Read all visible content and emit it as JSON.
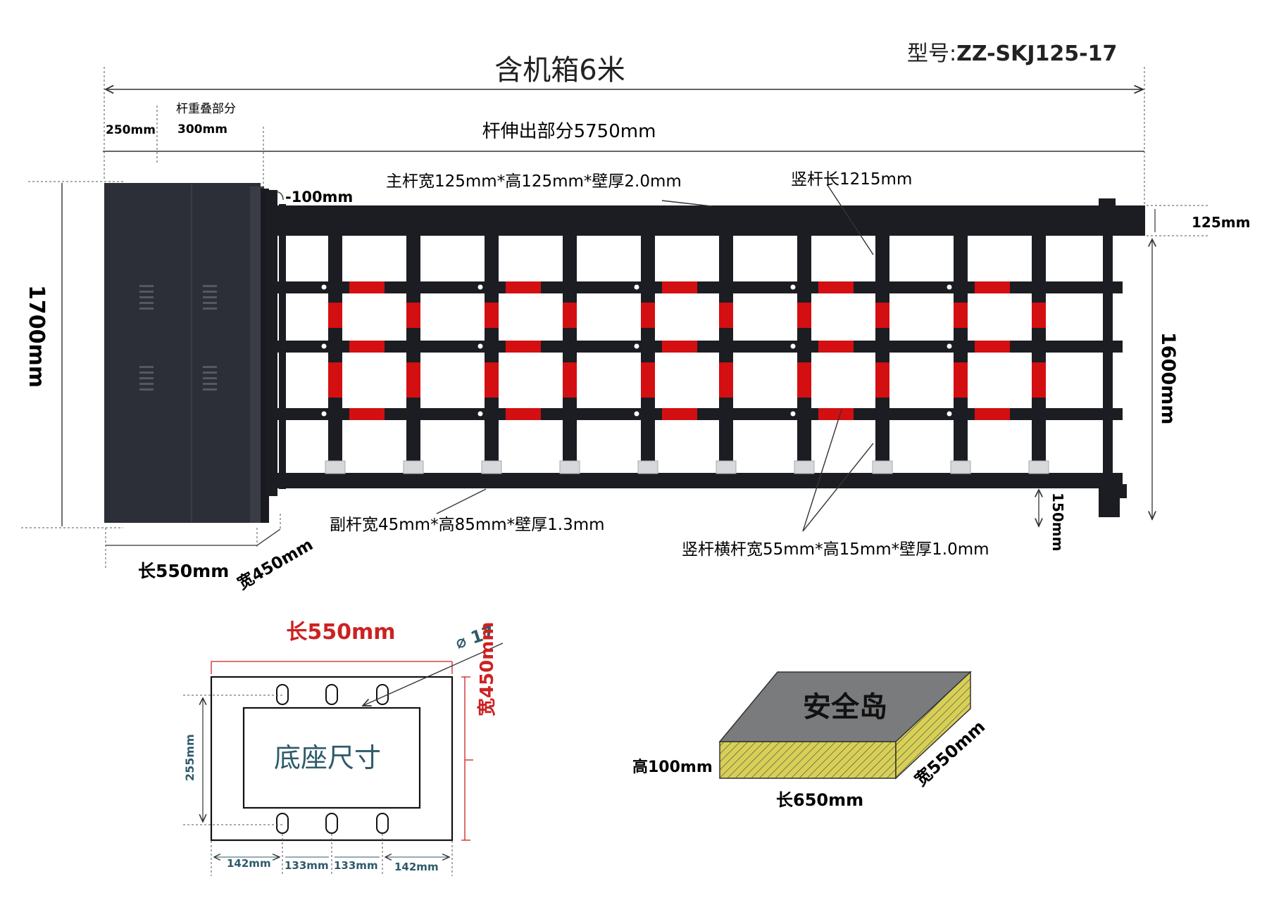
{
  "model": {
    "prefix": "型号:",
    "value": "ZZ-SKJ125-17"
  },
  "overall_title": "含机箱6米",
  "top_dims": {
    "d250": "250mm",
    "overlap_label": "杆重叠部分",
    "d300": "300mm",
    "extend": "杆伸出部分5750mm"
  },
  "callouts": {
    "main_bar": "主杆宽125mm*高125mm*壁厚2.0mm",
    "gap": "-100mm",
    "vertical_len": "竖杆长1215mm",
    "main_bar_height": "125mm",
    "total_height": "1700mm",
    "gate_height": "1600mm",
    "bottom_gap": "150mm",
    "sub_bar": "副杆宽45mm*高85mm*壁厚1.3mm",
    "vertical_section": "竖杆横杆宽55mm*高15mm*壁厚1.0mm",
    "cabinet_length": "长550mm",
    "cabinet_width": "宽450mm"
  },
  "base": {
    "title": "长550mm",
    "hole": "⌀ 17",
    "label": "底座尺寸",
    "height_dim": "255mm",
    "width_dim": "宽450mm",
    "spacing": [
      "142mm",
      "133mm",
      "133mm",
      "142mm"
    ]
  },
  "island": {
    "label": "安全岛",
    "height": "高100mm",
    "length": "长650mm",
    "width": "宽550mm"
  },
  "colors": {
    "frame": "#1c1d22",
    "reflector": "#d40f12",
    "cabinet": "#2c2f37",
    "dim_line": "#333333",
    "accent_red": "#cc2222",
    "teal_text": "#2e5a6b",
    "island_top": "#7a7b7d",
    "island_side": "#d8d055"
  }
}
